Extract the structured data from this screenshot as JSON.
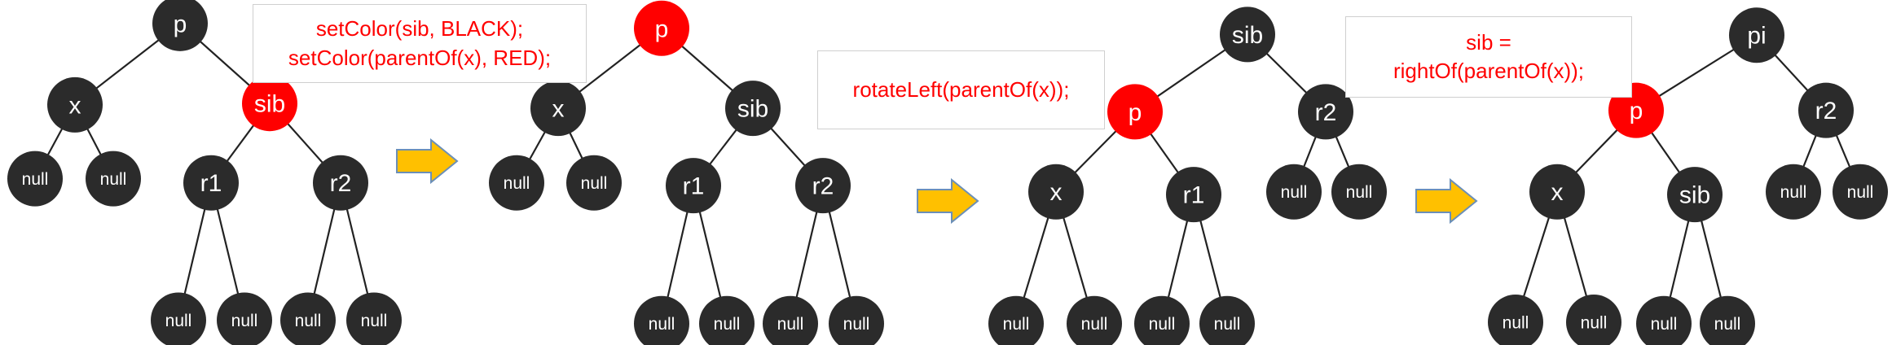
{
  "colors": {
    "black_node": "#2b2b2b",
    "red_node": "#ff0000",
    "code_text": "#ff0000",
    "arrow_fill": "#ffc000",
    "arrow_stroke": "#6b8fb8"
  },
  "code": {
    "step1": [
      "setColor(sib, BLACK);",
      "setColor(parentOf(x), RED);"
    ],
    "step2": [
      "rotateLeft(parentOf(x));"
    ],
    "step3": [
      "sib =",
      "rightOf(parentOf(x));"
    ]
  },
  "trees": [
    {
      "id": "tree-1",
      "nodes": [
        {
          "key": "p",
          "label": "p",
          "color": "black"
        },
        {
          "key": "x",
          "label": "x",
          "color": "black"
        },
        {
          "key": "sib",
          "label": "sib",
          "color": "red"
        },
        {
          "key": "xl",
          "label": "null",
          "color": "black"
        },
        {
          "key": "xr",
          "label": "null",
          "color": "black"
        },
        {
          "key": "r1",
          "label": "r1",
          "color": "black"
        },
        {
          "key": "r2",
          "label": "r2",
          "color": "black"
        },
        {
          "key": "r1l",
          "label": "null",
          "color": "black"
        },
        {
          "key": "r1r",
          "label": "null",
          "color": "black"
        },
        {
          "key": "r2l",
          "label": "null",
          "color": "black"
        },
        {
          "key": "r2r",
          "label": "null",
          "color": "black"
        }
      ],
      "edges": [
        [
          "p",
          "x"
        ],
        [
          "p",
          "sib"
        ],
        [
          "x",
          "xl"
        ],
        [
          "x",
          "xr"
        ],
        [
          "sib",
          "r1"
        ],
        [
          "sib",
          "r2"
        ],
        [
          "r1",
          "r1l"
        ],
        [
          "r1",
          "r1r"
        ],
        [
          "r2",
          "r2l"
        ],
        [
          "r2",
          "r2r"
        ]
      ]
    },
    {
      "id": "tree-2",
      "nodes": [
        {
          "key": "p",
          "label": "p",
          "color": "red"
        },
        {
          "key": "x",
          "label": "x",
          "color": "black"
        },
        {
          "key": "sib",
          "label": "sib",
          "color": "black"
        },
        {
          "key": "xl",
          "label": "null",
          "color": "black"
        },
        {
          "key": "xr",
          "label": "null",
          "color": "black"
        },
        {
          "key": "r1",
          "label": "r1",
          "color": "black"
        },
        {
          "key": "r2",
          "label": "r2",
          "color": "black"
        },
        {
          "key": "r1l",
          "label": "null",
          "color": "black"
        },
        {
          "key": "r1r",
          "label": "null",
          "color": "black"
        },
        {
          "key": "r2l",
          "label": "null",
          "color": "black"
        },
        {
          "key": "r2r",
          "label": "null",
          "color": "black"
        }
      ],
      "edges": [
        [
          "p",
          "x"
        ],
        [
          "p",
          "sib"
        ],
        [
          "x",
          "xl"
        ],
        [
          "x",
          "xr"
        ],
        [
          "sib",
          "r1"
        ],
        [
          "sib",
          "r2"
        ],
        [
          "r1",
          "r1l"
        ],
        [
          "r1",
          "r1r"
        ],
        [
          "r2",
          "r2l"
        ],
        [
          "r2",
          "r2r"
        ]
      ]
    },
    {
      "id": "tree-3",
      "nodes": [
        {
          "key": "sib",
          "label": "sib",
          "color": "black"
        },
        {
          "key": "p",
          "label": "p",
          "color": "red"
        },
        {
          "key": "r2",
          "label": "r2",
          "color": "black"
        },
        {
          "key": "x",
          "label": "x",
          "color": "black"
        },
        {
          "key": "r1",
          "label": "r1",
          "color": "black"
        },
        {
          "key": "r2l",
          "label": "null",
          "color": "black"
        },
        {
          "key": "r2r",
          "label": "null",
          "color": "black"
        },
        {
          "key": "xl",
          "label": "null",
          "color": "black"
        },
        {
          "key": "xr",
          "label": "null",
          "color": "black"
        },
        {
          "key": "r1l",
          "label": "null",
          "color": "black"
        },
        {
          "key": "r1r",
          "label": "null",
          "color": "black"
        }
      ],
      "edges": [
        [
          "sib",
          "p"
        ],
        [
          "sib",
          "r2"
        ],
        [
          "p",
          "x"
        ],
        [
          "p",
          "r1"
        ],
        [
          "r2",
          "r2l"
        ],
        [
          "r2",
          "r2r"
        ],
        [
          "x",
          "xl"
        ],
        [
          "x",
          "xr"
        ],
        [
          "r1",
          "r1l"
        ],
        [
          "r1",
          "r1r"
        ]
      ]
    },
    {
      "id": "tree-4",
      "nodes": [
        {
          "key": "pi",
          "label": "pi",
          "color": "black"
        },
        {
          "key": "p",
          "label": "p",
          "color": "red"
        },
        {
          "key": "r2",
          "label": "r2",
          "color": "black"
        },
        {
          "key": "x",
          "label": "x",
          "color": "black"
        },
        {
          "key": "sib",
          "label": "sib",
          "color": "black"
        },
        {
          "key": "r2l",
          "label": "null",
          "color": "black"
        },
        {
          "key": "r2r",
          "label": "null",
          "color": "black"
        },
        {
          "key": "xl",
          "label": "null",
          "color": "black"
        },
        {
          "key": "xr",
          "label": "null",
          "color": "black"
        },
        {
          "key": "sl",
          "label": "null",
          "color": "black"
        },
        {
          "key": "sr",
          "label": "null",
          "color": "black"
        }
      ],
      "edges": [
        [
          "pi",
          "p"
        ],
        [
          "pi",
          "r2"
        ],
        [
          "p",
          "x"
        ],
        [
          "p",
          "sib"
        ],
        [
          "r2",
          "r2l"
        ],
        [
          "r2",
          "r2r"
        ],
        [
          "x",
          "xl"
        ],
        [
          "x",
          "xr"
        ],
        [
          "sib",
          "sl"
        ],
        [
          "sib",
          "sr"
        ]
      ]
    }
  ]
}
